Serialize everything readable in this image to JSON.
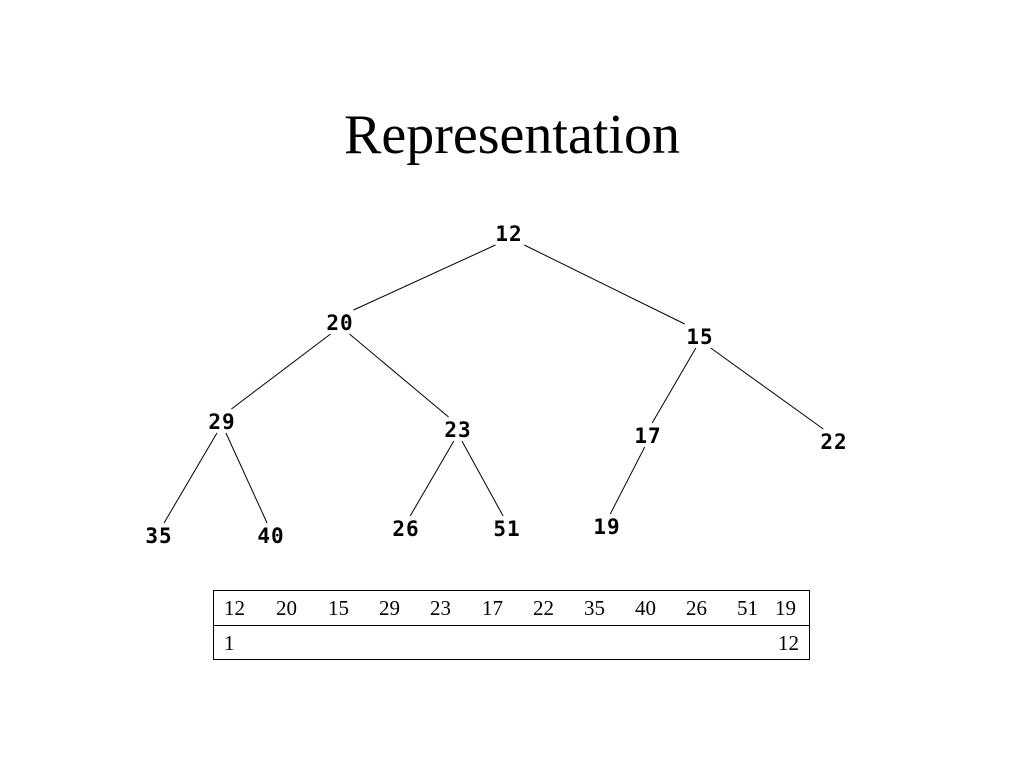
{
  "title": "Representation",
  "tree": {
    "nodes": [
      {
        "id": "n12",
        "label": "12"
      },
      {
        "id": "n20",
        "label": "20"
      },
      {
        "id": "n15",
        "label": "15"
      },
      {
        "id": "n29",
        "label": "29"
      },
      {
        "id": "n23",
        "label": "23"
      },
      {
        "id": "n17",
        "label": "17"
      },
      {
        "id": "n22",
        "label": "22"
      },
      {
        "id": "n35",
        "label": "35"
      },
      {
        "id": "n40",
        "label": "40"
      },
      {
        "id": "n26",
        "label": "26"
      },
      {
        "id": "n51",
        "label": "51"
      },
      {
        "id": "n19",
        "label": "19"
      }
    ],
    "edges": [
      [
        "n12",
        "n20"
      ],
      [
        "n12",
        "n15"
      ],
      [
        "n20",
        "n29"
      ],
      [
        "n20",
        "n23"
      ],
      [
        "n15",
        "n17"
      ],
      [
        "n15",
        "n22"
      ],
      [
        "n29",
        "n35"
      ],
      [
        "n29",
        "n40"
      ],
      [
        "n23",
        "n26"
      ],
      [
        "n23",
        "n51"
      ],
      [
        "n17",
        "n19"
      ]
    ]
  },
  "array": {
    "values": [
      "12",
      "20",
      "15",
      "29",
      "23",
      "17",
      "22",
      "35",
      "40",
      "26",
      "51",
      "19"
    ],
    "first_index": "1",
    "last_index": "12"
  }
}
